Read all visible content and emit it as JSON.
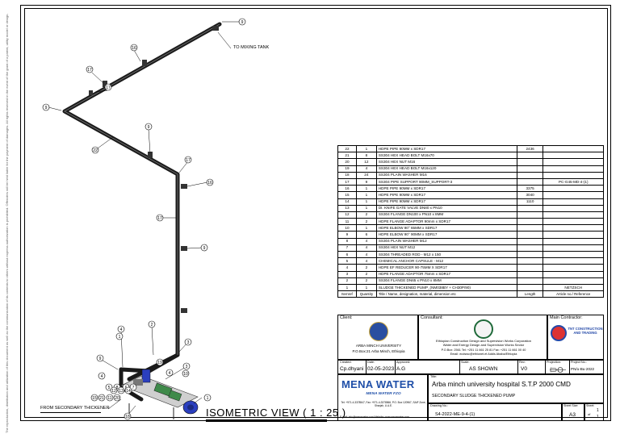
{
  "drawing": {
    "view_title": "ISOMETRIC VIEW ( 1 : 25 )",
    "callout_to_mixing_tank": "TO MIXING TANK",
    "callout_from_thickener": "FROM SECONDARY THICKENER",
    "side_notes": "The reproduction, distribution and utilization of this document as well as the communication of its contents to others without express authorization is prohibited. Offenders will be held liable for the payment of damages. All rights reserved in the event of the grant of a patent, utility model or design.",
    "balloons": [
      "9",
      "16",
      "17",
      "9",
      "17",
      "22",
      "9",
      "17",
      "16",
      "17",
      "9",
      "3",
      "2",
      "4",
      "1",
      "9",
      "19",
      "4",
      "3",
      "10",
      "4",
      "5",
      "8",
      "6",
      "7",
      "12",
      "13",
      "14",
      "15",
      "21",
      "11",
      "20",
      "18",
      "1"
    ]
  },
  "bom": {
    "header": {
      "item": "Itemref",
      "qty": "Quantity",
      "title": "Title / Name, designation, material, dimension etc",
      "length": "Length",
      "ref": "Article no./ Reference"
    },
    "rows": [
      {
        "item": "22",
        "qty": "1",
        "title": "HDPE PIPE 90MM x SDR17",
        "length": "2436",
        "ref": ""
      },
      {
        "item": "21",
        "qty": "8",
        "title": "SS304 HEX HEAD BOLT M16x70",
        "length": "",
        "ref": ""
      },
      {
        "item": "20",
        "qty": "12",
        "title": "SS304 HEX NUT M16",
        "length": "",
        "ref": ""
      },
      {
        "item": "19",
        "qty": "4",
        "title": "SS304 HEX HEAD BOLT M16x120",
        "length": "",
        "ref": ""
      },
      {
        "item": "18",
        "qty": "24",
        "title": "SS304 PLAIN WASHER M16",
        "length": "",
        "ref": ""
      },
      {
        "item": "17",
        "qty": "9",
        "title": "SS304 PIPE SUPPORT 90MM_SUPPORT-3",
        "length": "",
        "ref": "PC-G45-MD-4-(1)"
      },
      {
        "item": "16",
        "qty": "1",
        "title": "HDPE PIPE 90MM x SDR17",
        "length": "3375",
        "ref": ""
      },
      {
        "item": "15",
        "qty": "1",
        "title": "HDPE PIPE 90MM x SDR17",
        "length": "3040",
        "ref": ""
      },
      {
        "item": "14",
        "qty": "1",
        "title": "HDPE PIPE 90MM x SDR17",
        "length": "1110",
        "ref": ""
      },
      {
        "item": "13",
        "qty": "1",
        "title": "DI. KNIFE GATE VALVE DN80 x PN10",
        "length": "",
        "ref": ""
      },
      {
        "item": "12",
        "qty": "2",
        "title": "SS304 FLANGE DN100 x PN10 x 8MM",
        "length": "",
        "ref": ""
      },
      {
        "item": "11",
        "qty": "2",
        "title": "HDPE FLANGE ADAPTOR 90mm x SDR17",
        "length": "",
        "ref": ""
      },
      {
        "item": "10",
        "qty": "1",
        "title": "HDPE ELBOW 90° 65MM x SDR17",
        "length": "",
        "ref": ""
      },
      {
        "item": "9",
        "qty": "6",
        "title": "HDPE ELBOW 90° 90MM x SDR17",
        "length": "",
        "ref": ""
      },
      {
        "item": "8",
        "qty": "4",
        "title": "SS304 PLAIN WASHER M12",
        "length": "",
        "ref": ""
      },
      {
        "item": "7",
        "qty": "4",
        "title": "SS304 HEX NUT M12",
        "length": "",
        "ref": ""
      },
      {
        "item": "6",
        "qty": "4",
        "title": "SS304 THREADED ROD - M12 x 150",
        "length": "",
        "ref": ""
      },
      {
        "item": "5",
        "qty": "4",
        "title": "CHEMICAL ANCHOR CAPSULE - M12",
        "length": "",
        "ref": ""
      },
      {
        "item": "4",
        "qty": "2",
        "title": "HDPE EF REDUCER 90-75MM X SDR17",
        "length": "",
        "ref": ""
      },
      {
        "item": "3",
        "qty": "2",
        "title": "HDPE FLANGE ADAPTOR 75mm x SDR17",
        "length": "",
        "ref": ""
      },
      {
        "item": "2",
        "qty": "2",
        "title": "SS304 FLANGE DN65 x PN10 x 8MM",
        "length": "",
        "ref": ""
      },
      {
        "item": "1",
        "qty": "1",
        "title": "SLUDGE THICKENED PUMP_(NM038BY + CH30P/90)",
        "length": "",
        "ref": "NETZSCH"
      }
    ]
  },
  "titleblock": {
    "client_label": "Client:",
    "client_name": "ARBA MINCH UNIVERSITY",
    "client_address": "P.O.Box:21 Arba Minch, Ethiopia",
    "consultant_label": "Consultant:",
    "consultant_text": "Ethiopian Construction Design and Supervision Works Corporation",
    "consultant_text2": "Water and Energy Design and Supervision Works Sector",
    "consultant_text3": "P.O.Box: 2561 Tel: +251 11 661 25 81 Fax: +251 11 661 00 40",
    "consultant_text4": "Email: ecdswc@ethionet.et Addis Ababa/Ethiopia",
    "contractor_label": "Main Contractor:",
    "contractor_name": "TNT CONSTRUCTION AND TRADING",
    "created_label": "Created:",
    "created": "Cp.dhyani",
    "date_label": "Date:",
    "date": "02-05-2023",
    "approved_label": "Approved:",
    "approved": "A.G",
    "scale_label": "Scale:",
    "scale": "AS SHOWN",
    "rev_label": "Rev:",
    "rev": "V0",
    "projection_label": "Projection:",
    "project_no_label": "Project No.:",
    "project_no": "PN/u-Bu-2022",
    "brand": "MENA WATER",
    "brand_sub": "MENA WATER FZO",
    "brand_contact": "Tel: +971-4-3378547, Fax: +971-4-3378566, P.O. Box 120967, SAIF Zone, Sharjah, U.A.E.",
    "brand_email": "E-mail: info@menawater.com  Website: www.menawater.com",
    "title_label": "Title:",
    "title_main": "Arba minch university hospital S.T.P 2000 CMD",
    "title_sub": "SECONDARY SLUDGE THICKENED PUMP",
    "drawing_no_label": "Drawing No.:",
    "drawing_no": "S4-2022-ME-9-4-(1)",
    "sheet_size_label": "Sheet Size:",
    "sheet_size": "A3",
    "sheet_label": "Sheet:",
    "sheet": "1",
    "sheet_of": "of",
    "sheet_total": "1"
  },
  "colors": {
    "pipe": "#1a1a1a",
    "pump_blue": "#2b3fbf",
    "pump_green": "#3f8a4a",
    "brand_blue": "#1f4fa8"
  }
}
